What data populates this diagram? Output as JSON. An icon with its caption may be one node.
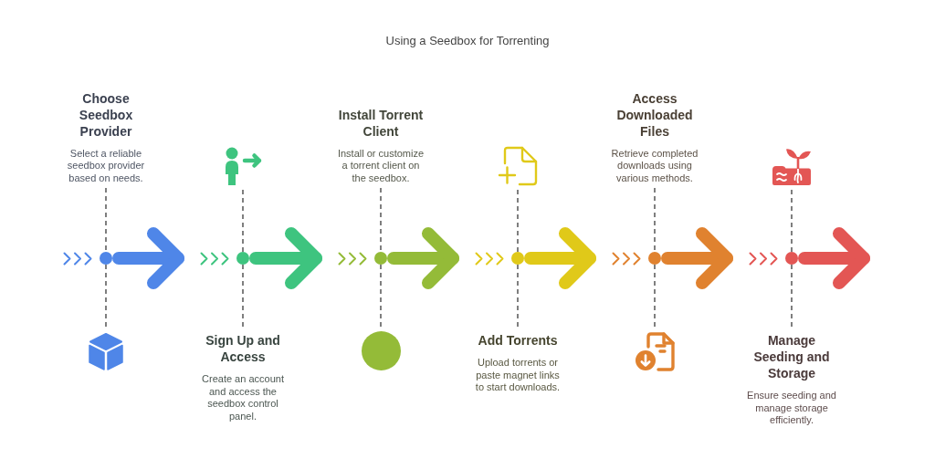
{
  "diagram": {
    "title": "Using a Seedbox for Torrenting",
    "nodes": [
      {
        "text": [
          "Choose Seedbox Provider",
          "Select a reliable seedbox provider based on needs."
        ]
      },
      {
        "text": [],
        "shape": "circle"
      },
      {
        "text": [],
        "shape": "picture"
      },
      {
        "text": [],
        "shape": "picture"
      },
      {
        "text": [],
        "shape": "circle"
      },
      {
        "text": [
          "Sign Up and Access",
          "Create an account and access the seedbox control panel."
        ]
      },
      {
        "text": [
          "Install Torrent Client",
          "Install or customize a torrent client on the seedbox."
        ]
      },
      {
        "text": [],
        "shape": "circle"
      },
      {
        "text": [],
        "shape": "circle"
      },
      {
        "text": [],
        "shape": "picture"
      },
      {
        "text": [],
        "shape": "circle"
      },
      {
        "text": [
          "Add Torrents",
          "Upload torrents or paste magnet links to start downloads."
        ]
      },
      {
        "text": [
          "Access Downloaded Files",
          "Retrieve completed downloads using various methods."
        ]
      },
      {
        "text": [],
        "shape": "circle"
      },
      {
        "text": [],
        "shape": "picture"
      },
      {
        "text": [],
        "shape": "picture"
      },
      {
        "text": [],
        "shape": "circle"
      },
      {
        "text": [
          "Manage Seeding and Storage",
          "Ensure seeding and manage storage efficiently."
        ]
      }
    ],
    "edges": [
      {
        "from": 0,
        "to": 1,
        "arrow": "none",
        "style": "dashed"
      },
      {
        "from": 1,
        "to": 2,
        "arrow": "none",
        "style": "dashed"
      },
      {
        "from": 1,
        "to": 4,
        "arrow": "to",
        "style": "thick",
        "color": "#4f86e8"
      },
      {
        "from": 3,
        "to": 4,
        "arrow": "none",
        "style": "dashed"
      },
      {
        "from": 4,
        "to": 5,
        "arrow": "none",
        "style": "dashed"
      },
      {
        "from": 4,
        "to": 7,
        "arrow": "to",
        "style": "thick",
        "color": "#3ec47f"
      },
      {
        "from": 6,
        "to": 7,
        "arrow": "none",
        "style": "dashed"
      },
      {
        "from": 7,
        "to": 8,
        "arrow": "none",
        "style": "dashed"
      },
      {
        "from": 7,
        "to": 10,
        "arrow": "to",
        "style": "thick",
        "color": "#94bb38"
      },
      {
        "from": 9,
        "to": 10,
        "arrow": "none",
        "style": "dashed"
      },
      {
        "from": 10,
        "to": 11,
        "arrow": "none",
        "style": "dashed"
      },
      {
        "from": 10,
        "to": 13,
        "arrow": "to",
        "style": "thick",
        "color": "#e0c919"
      },
      {
        "from": 12,
        "to": 13,
        "arrow": "none",
        "style": "dashed"
      },
      {
        "from": 13,
        "to": 14,
        "arrow": "none",
        "style": "dashed"
      },
      {
        "from": 13,
        "to": 16,
        "arrow": "to",
        "style": "thick",
        "color": "#e0822f"
      },
      {
        "from": 15,
        "to": 16,
        "arrow": "none",
        "style": "dashed"
      },
      {
        "from": 16,
        "to": 17,
        "arrow": "none",
        "style": "dashed"
      },
      {
        "from": 16,
        "to": null,
        "arrow": "to",
        "style": "thick",
        "color": "#e35654"
      }
    ]
  }
}
